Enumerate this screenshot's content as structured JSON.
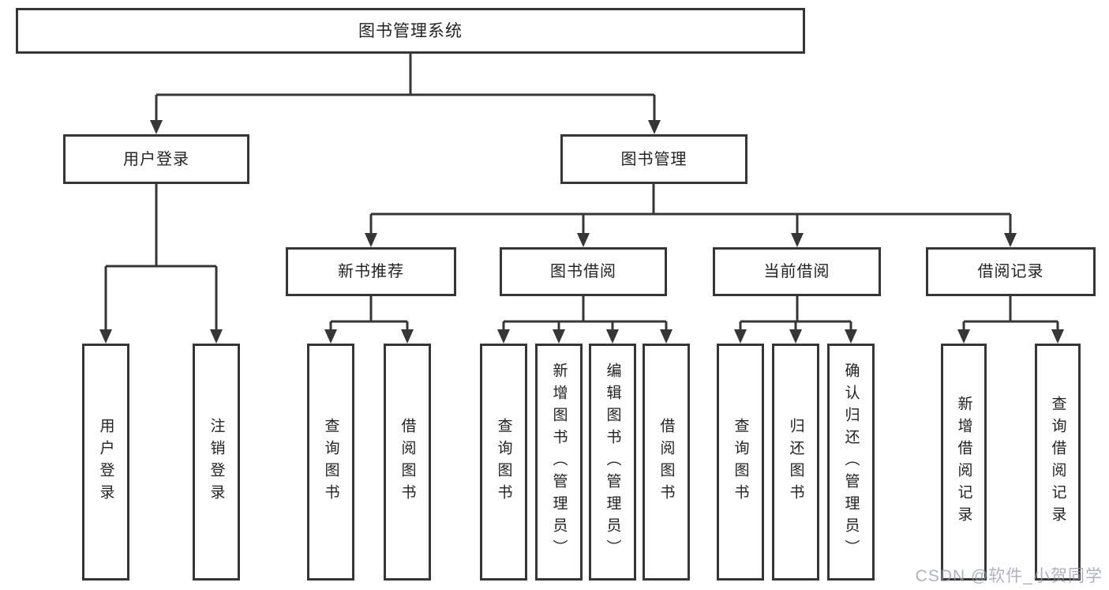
{
  "diagram": {
    "title_node": "图书管理系统",
    "level2": {
      "user_login": "用户登录",
      "book_management": "图书管理"
    },
    "level3": {
      "new_book_recommend": "新书推荐",
      "book_borrowing": "图书借阅",
      "current_borrowing": "当前借阅",
      "borrowing_records": "借阅记录"
    },
    "leaves": {
      "user_login": "用户登录",
      "logout": "注销登录",
      "nbr_query_books": "查询图书",
      "nbr_borrow_books": "借阅图书",
      "bb_query_books": "查询图书",
      "bb_add_books_admin": "新增图书（管理员）",
      "bb_edit_books_admin": "编辑图书（管理员）",
      "bb_borrow_books": "借阅图书",
      "cb_query_books": "查询图书",
      "cb_return_books": "归还图书",
      "cb_confirm_return_admin": "确认归还（管理员）",
      "br_add_record": "新增借阅记录",
      "br_query_record": "查询借阅记录"
    },
    "watermark": "CSDN @软件_小贺同学",
    "colors": {
      "line": "#363636",
      "text": "#232323",
      "background": "#ffffff",
      "watermark_gray": "#9499a1"
    }
  }
}
